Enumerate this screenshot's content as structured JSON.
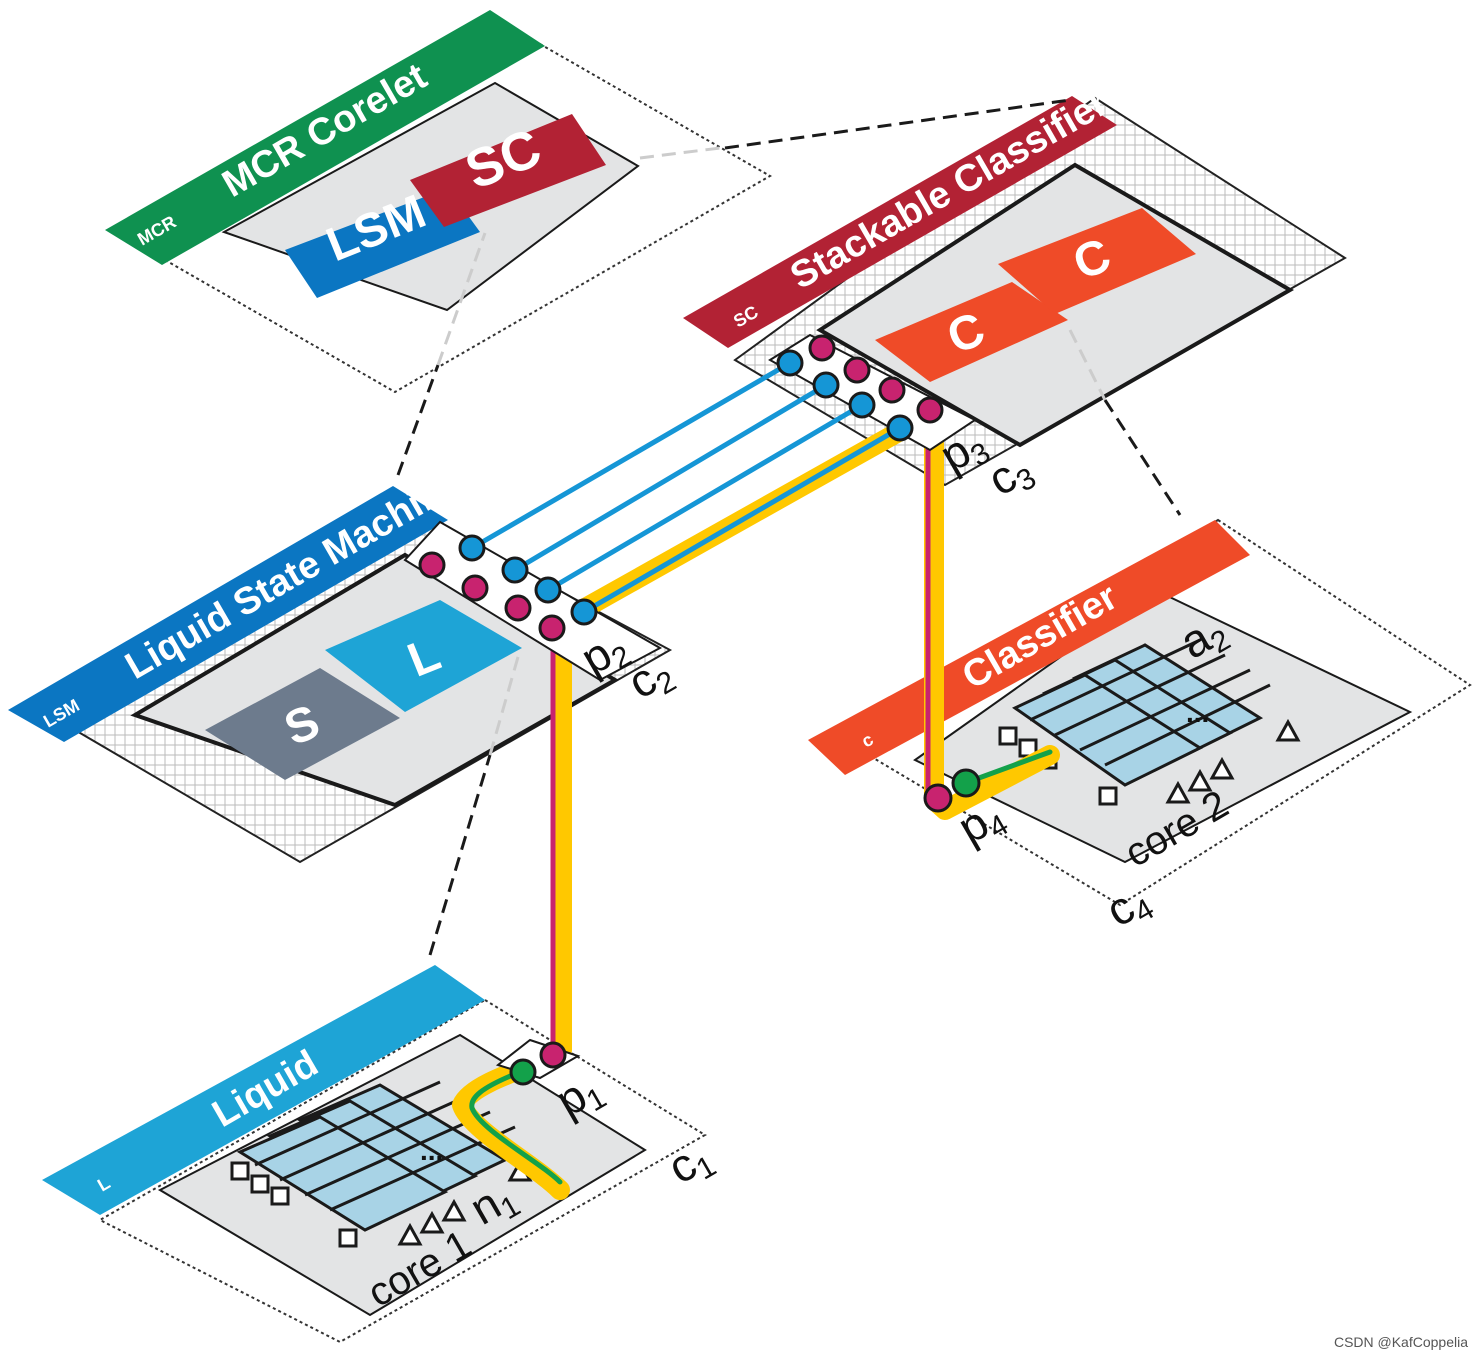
{
  "mcr": {
    "tag": "MCR",
    "title": "MCR Corelet",
    "blocks": [
      "LSM",
      "SC"
    ]
  },
  "lsm": {
    "tag": "LSM",
    "title": "Liquid State Machine",
    "blocks": [
      "S",
      "L"
    ],
    "port": {
      "letter": "p",
      "sub": "2"
    },
    "corelet": {
      "letter": "c",
      "sub": "2"
    }
  },
  "sc": {
    "tag": "SC",
    "title": "Stackable Classifier",
    "blocks": [
      "C",
      "C"
    ],
    "port": {
      "letter": "p",
      "sub": "3"
    },
    "corelet": {
      "letter": "c",
      "sub": "3"
    }
  },
  "liquid": {
    "tag": "L",
    "title": "Liquid",
    "core": "core 1",
    "neuron": {
      "letter": "n",
      "sub": "1"
    },
    "port": {
      "letter": "p",
      "sub": "1"
    },
    "corelet": {
      "letter": "c",
      "sub": "1"
    }
  },
  "classifier": {
    "tag": "c",
    "title": "Classifier",
    "core": "core 2",
    "axon": {
      "letter": "a",
      "sub": "2"
    },
    "port": {
      "letter": "p",
      "sub": "4"
    },
    "corelet": {
      "letter": "c",
      "sub": "4"
    }
  },
  "ellipsis": "...",
  "watermark": "CSDN @KafCoppelia",
  "colors": {
    "mcr": "#0f9150",
    "lsm": "#0b76c2",
    "sc": "#b22234",
    "liquid": "#1ea4d6",
    "classifier": "#ef4b28",
    "s_block": "#6d7b8d",
    "wire_blue": "#1596d6",
    "wire_magenta": "#c8236f",
    "wire_yellow": "#ffc800",
    "wire_green": "#13a14a",
    "panel": "#e3e4e5"
  }
}
